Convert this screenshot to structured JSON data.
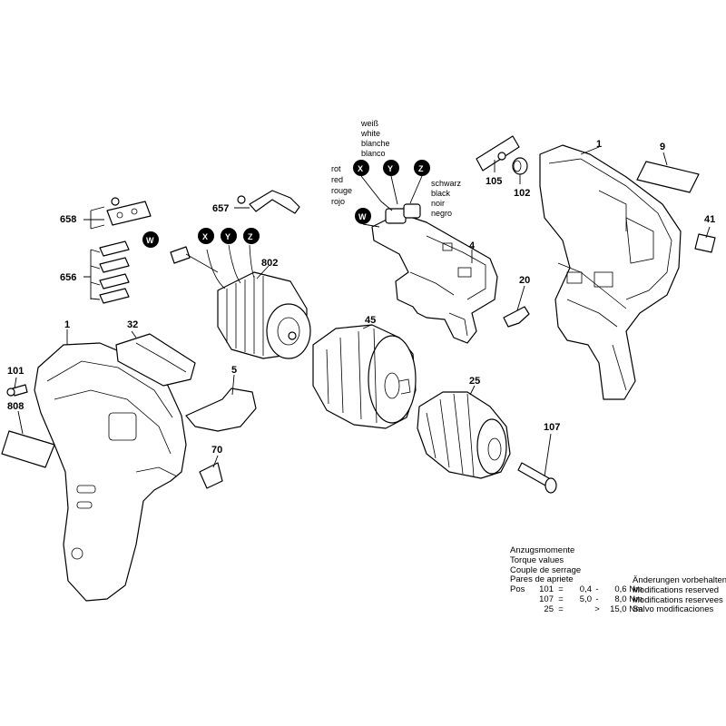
{
  "labels": {
    "p1a": "1",
    "p1b": "1",
    "p9": "9",
    "p41": "41",
    "p105": "105",
    "p102": "102",
    "p4": "4",
    "p20": "20",
    "p658": "658",
    "p657": "657",
    "p656": "656",
    "p802": "802",
    "p32": "32",
    "p45": "45",
    "p25": "25",
    "p101": "101",
    "p808": "808",
    "p5": "5",
    "p70": "70",
    "p107": "107"
  },
  "wire_markers": {
    "X": "X",
    "Y": "Y",
    "Z": "Z",
    "W": "W"
  },
  "wire_colors": {
    "left": [
      "rot",
      "red",
      "rouge",
      "rojo"
    ],
    "top": [
      "weiß",
      "white",
      "blanche",
      "blanco"
    ],
    "right": [
      "schwarz",
      "black",
      "noir",
      "negro"
    ]
  },
  "torque": {
    "heading": [
      "Anzugsmomente",
      "Torque values",
      "Couple de serrage",
      "Pares de apriete"
    ],
    "pos_label": "Pos",
    "rows": [
      {
        "id": "101",
        "eq": "=",
        "v1": "0,4",
        "dash": "-",
        "v2": "0,6 Nm"
      },
      {
        "id": "107",
        "eq": "=",
        "v1": "5,0",
        "dash": "-",
        "v2": "8,0 Nm"
      },
      {
        "id": "25",
        "eq": "=",
        "v1": "",
        "dash": ">",
        "v2": "15,0 Nm"
      }
    ]
  },
  "modifications": [
    "Änderungen vorbehalten",
    "Modifications reserved",
    "Modifications reservees",
    "Salvo modificaciones"
  ]
}
